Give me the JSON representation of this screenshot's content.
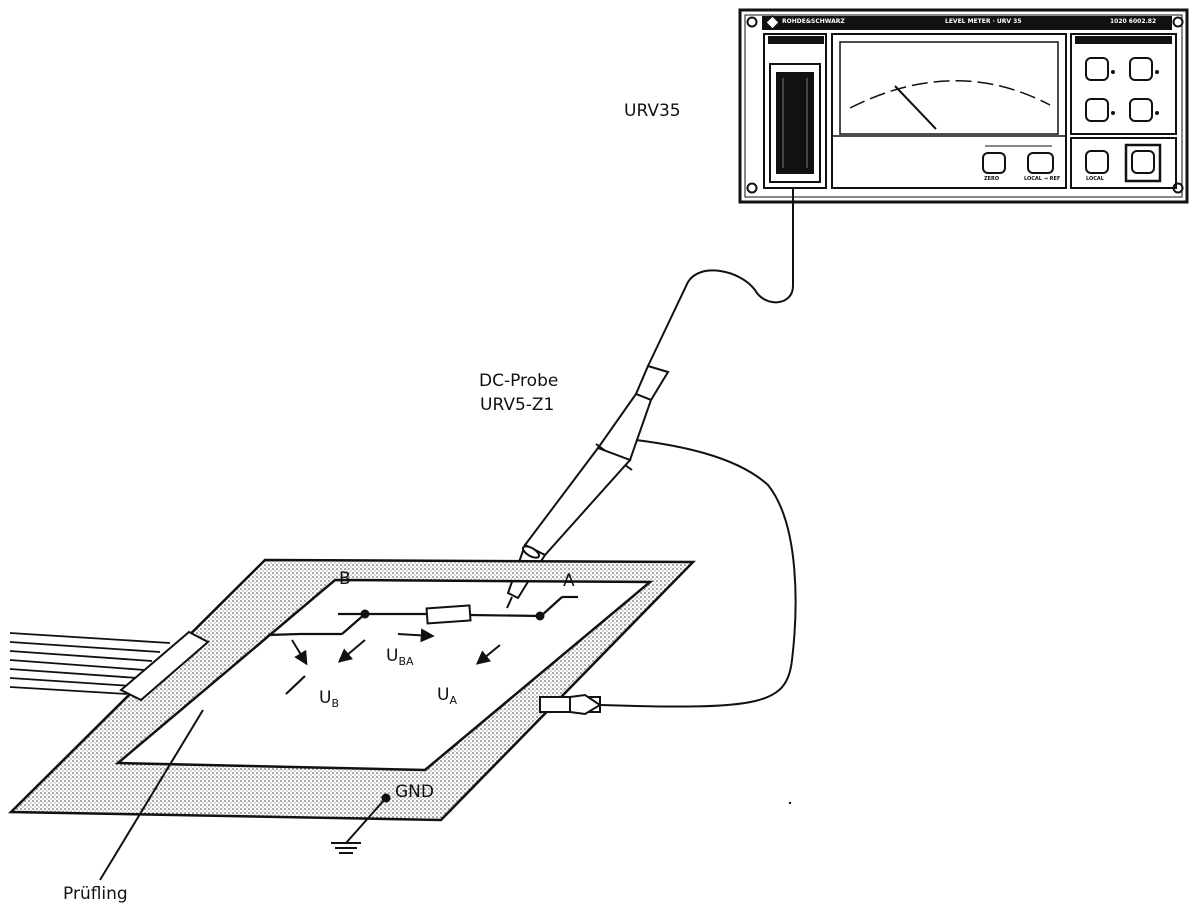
{
  "meter": {
    "name": "URV35",
    "brand": "ROHDE&SCHWARZ",
    "model": "LEVEL METER · URV 35",
    "serial": "1020 6002.82",
    "keys": [
      "ZERO",
      "LOCAL",
      "LOCAL → REF"
    ]
  },
  "probe": {
    "line1": "DC-Probe",
    "line2": "URV5-Z1"
  },
  "board": {
    "point_b": "B",
    "point_a": "A",
    "u_ba": {
      "main": "U",
      "sub": "BA"
    },
    "u_b": {
      "main": "U",
      "sub": "B"
    },
    "u_a": {
      "main": "U",
      "sub": "A"
    },
    "gnd": "GND",
    "dut": "Prüfling"
  },
  "colors": {
    "ink": "#111111",
    "paper": "#ffffff",
    "dots": "#444444"
  }
}
